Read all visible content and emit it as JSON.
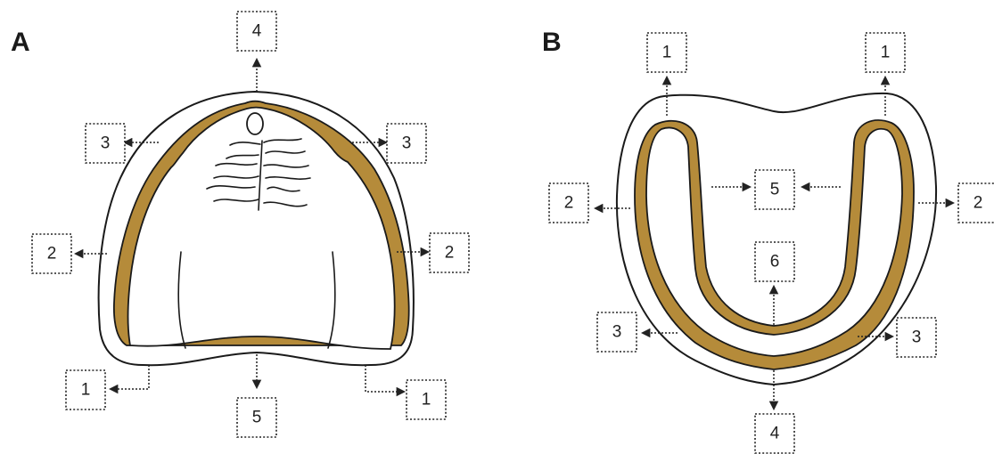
{
  "panels": [
    {
      "letter": "A",
      "labels": [
        "4",
        "3",
        "3",
        "2",
        "2",
        "1",
        "1",
        "5"
      ]
    },
    {
      "letter": "B",
      "labels": [
        "1",
        "1",
        "2",
        "5",
        "2",
        "6",
        "3",
        "3",
        "4"
      ]
    }
  ],
  "colors": {
    "ridge_fill": "#b58b3a",
    "outline": "#1a1a1a",
    "background": "#ffffff"
  }
}
